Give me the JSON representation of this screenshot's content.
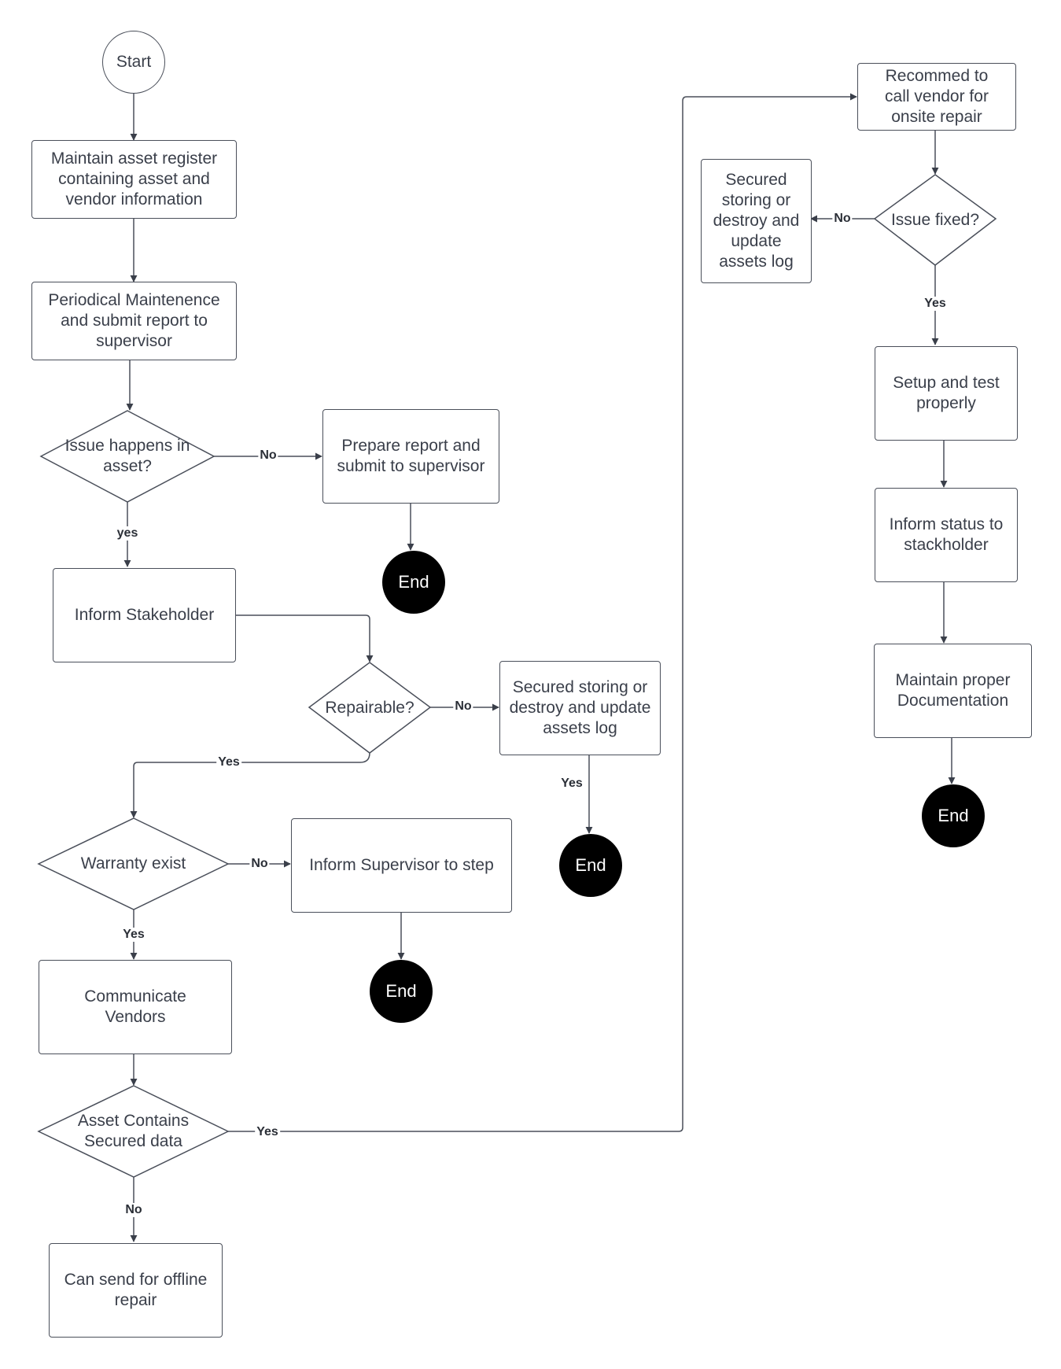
{
  "nodes": {
    "start": "Start",
    "maintain_register": "Maintain asset register containing asset and vendor information",
    "periodical": "Periodical Maintenence and submit report to supervisor",
    "issue_happens": "Issue happens in asset?",
    "prepare_report": "Prepare report and submit to supervisor",
    "end1": "End",
    "inform_stakeholder": "Inform Stakeholder",
    "repairable": "Repairable?",
    "secured_storing_mid": "Secured storing or destroy and update assets log",
    "end2": "End",
    "warranty": "Warranty exist",
    "inform_supervisor": "Inform Supervisor to step",
    "end3": "End",
    "communicate": "Communicate Vendors",
    "contains_secured": "Asset Contains Secured data",
    "offline_repair": "Can send for offline repair",
    "recommend_vendor": "Recommed to call vendor for onsite repair",
    "issue_fixed": "Issue fixed?",
    "secured_storing_right": "Secured storing or destroy and update assets log",
    "setup_test": "Setup and test properly",
    "inform_status": "Inform status to stackholder",
    "maintain_doc": "Maintain proper Documentation",
    "end4": "End"
  },
  "edge_labels": {
    "issue_no": "No",
    "issue_yes": "yes",
    "repairable_no": "No",
    "repairable_yes": "Yes",
    "secured_yes": "Yes",
    "warranty_no": "No",
    "warranty_yes": "Yes",
    "contains_yes": "Yes",
    "contains_no": "No",
    "fixed_no": "No",
    "fixed_yes": "Yes"
  },
  "colors": {
    "line": "#4a4f5a",
    "text": "#3a3f4a",
    "end_fill": "#000000"
  }
}
